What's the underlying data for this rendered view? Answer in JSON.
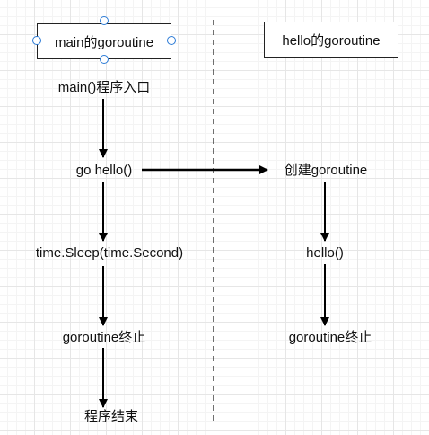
{
  "main_lane": {
    "header": "main的goroutine",
    "steps": [
      "main()程序入口",
      "go hello()",
      "time.Sleep(time.Second)",
      "goroutine终止",
      "程序结束"
    ]
  },
  "hello_lane": {
    "header": "hello的goroutine",
    "steps": [
      "创建goroutine",
      "hello()",
      "goroutine终止"
    ]
  },
  "colors": {
    "line": "#000000",
    "divider": "#111111",
    "selection_handle": "#2a7ad6",
    "grid": "#e6e6e6"
  }
}
